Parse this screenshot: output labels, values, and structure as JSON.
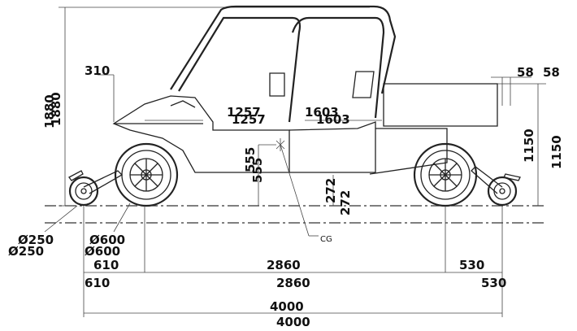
{
  "labels": {
    "top_left": "310",
    "height_total": "1880",
    "wheel_left": "1257",
    "wheel_right": "1603",
    "cg_height": "555",
    "ground_clearance": "272",
    "cg": "CG",
    "hitch_offset": "58",
    "bed_height": "1150",
    "small_wheel_dia": "Ø250",
    "tire_dia": "Ø600",
    "front_overhang": "610",
    "wheelbase": "2860",
    "rear_overhang": "530",
    "overall_length": "4000"
  },
  "colors": {
    "line": "#222222",
    "text": "#111111",
    "background": "#ffffff"
  }
}
